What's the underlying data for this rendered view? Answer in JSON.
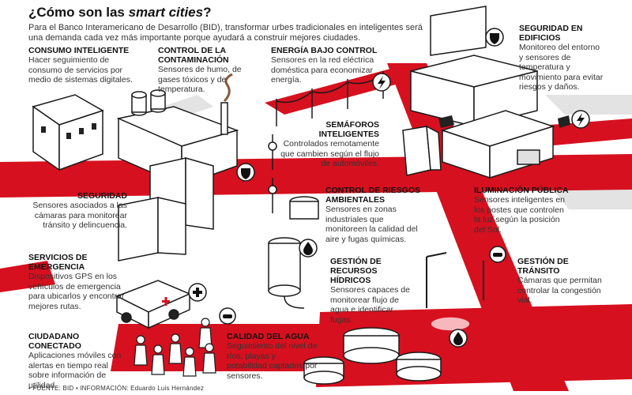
{
  "header": {
    "title_prefix": "¿Cómo son las ",
    "title_emphasis": "smart cities",
    "title_suffix": "?",
    "intro": "Para el Banco Interamericano de Desarrollo (BID), transformar urbes tradicionales en inteligentes será una demanda cada vez más importante porque ayudará a construir mejores ciudades."
  },
  "labels": {
    "consumo": {
      "title": "CONSUMO INTELIGENTE",
      "body": "Hacer seguimiento de consumo de servicios por medio de sistemas digitales."
    },
    "contaminacion": {
      "title": "CONTROL DE LA CONTAMINACIÓN",
      "body": "Sensores de humo, de gases tóxicos y de temperatura."
    },
    "energia": {
      "title": "ENERGÍA BAJO CONTROL",
      "body": "Sensores en la red eléctrica doméstica para economizar energía."
    },
    "seguridad_edificios": {
      "title": "SEGURIDAD EN EDIFICIOS",
      "body": "Monitoreo del entorno y sensores de temperatura y movimiento para evitar riesgos y daños."
    },
    "semaforos": {
      "title": "SEMÁFOROS INTELIGENTES",
      "body": "Controlados remotamente que cambien según el flujo de automóviles."
    },
    "seguridad": {
      "title": "SEGURIDAD",
      "body": "Sensores asociados a las cámaras para monitorear tránsito y delincuencia."
    },
    "riesgos": {
      "title": "CONTROL DE RIESGOS AMBIENTALES",
      "body": "Sensores en zonas industriales que monitoreen la calidad del aire y fugas químicas."
    },
    "iluminacion": {
      "title": "ILUMINACIÓN PÚBLICA",
      "body": "Sensores inteligentes en los postes que controlen la luz según la posición del Sol."
    },
    "emergencia": {
      "title": "SERVICIOS DE EMERGENCIA",
      "body": "Dispositivos GPS en los vehículos de emergencia para ubicarlos y encontrar mejores rutas."
    },
    "hidricos": {
      "title": "GESTIÓN DE RECURSOS HÍDRICOS",
      "body": "Sensores capaces de monitorear flujo de agua e identificar fugas."
    },
    "transito": {
      "title": "GESTIÓN DE TRÁNSITO",
      "body": "Cámaras que permitan controlar la congestión vial."
    },
    "ciudadano": {
      "title": "CIUDADANO CONECTADO",
      "body": "Aplicaciones móviles con alertas en tiempo real sobre información de utilidad."
    },
    "agua": {
      "title": "CALIDAD DEL AGUA",
      "body": "Seguimiento del nivel de ríos, playas y potabilidad captados por sensores."
    }
  },
  "footer": "• FUENTE: BID • INFORMACIÓN: Eduardo Luis Hernández",
  "colors": {
    "road": "#d6101f",
    "ink": "#1a1a1a",
    "pavement": "#e3e3e3",
    "building": "#ffffff"
  },
  "icons": [
    "lightning-icon",
    "shield-icon",
    "water-drop-icon",
    "plus-icon",
    "car-icon",
    "solar-panel-icon"
  ]
}
